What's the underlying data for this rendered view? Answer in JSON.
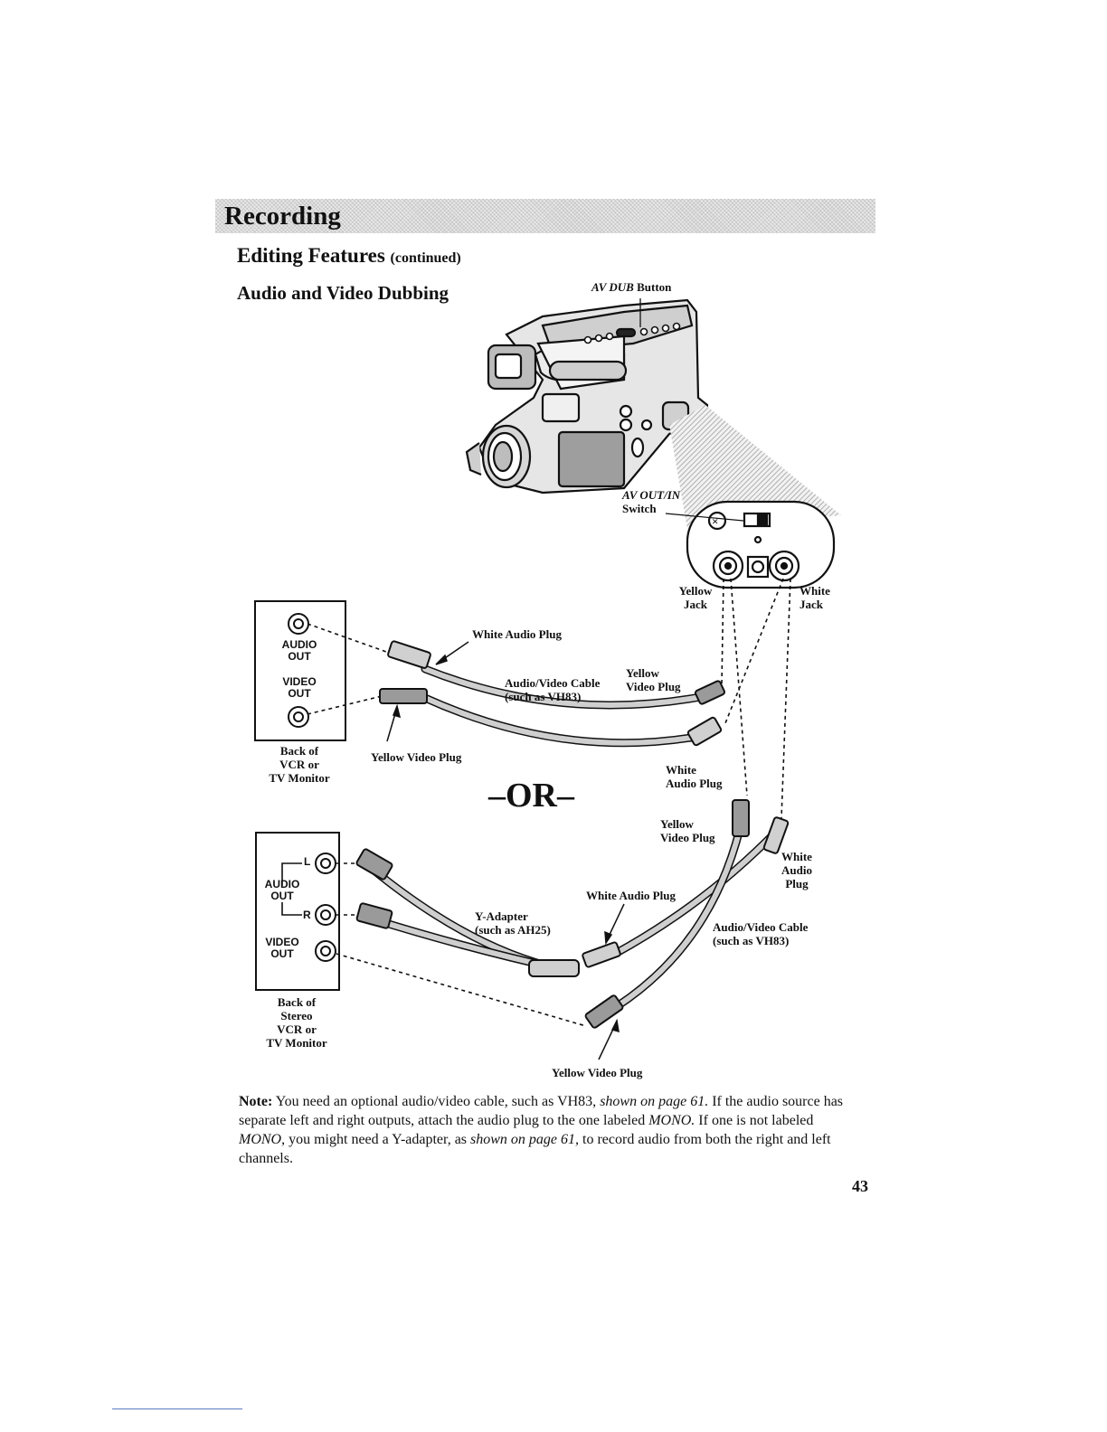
{
  "section": {
    "title": "Recording"
  },
  "heading": {
    "title": "Editing Features",
    "suffix": "(continued)"
  },
  "subheading": "Audio and Video Dubbing",
  "diagram": {
    "av_dub_button": {
      "italic": "AV DUB",
      "rest": " Button"
    },
    "av_out_in_switch": {
      "italic": "AV OUT/IN",
      "rest": "Switch"
    },
    "yellow_jack": "Yellow\nJack",
    "white_jack": "White\nJack",
    "vcr_panel": {
      "audio_out": "AUDIO\nOUT",
      "video_out": "VIDEO\nOUT",
      "caption": "Back of\nVCR or\nTV Monitor"
    },
    "top_white_audio_plug": "White Audio Plug",
    "top_cable": "Audio/Video Cable\n(such as VH83)",
    "top_yellow_video_plug_right": "Yellow\nVideo Plug",
    "top_yellow_video_plug_left": "Yellow Video Plug",
    "top_white_audio_plug_right": "White\nAudio Plug",
    "or": "–OR–",
    "stereo_panel": {
      "l": "L",
      "r": "R",
      "audio_out": "AUDIO\nOUT",
      "video_out": "VIDEO\nOUT",
      "caption": "Back of\nStereo\nVCR or\nTV Monitor"
    },
    "bottom_yellow_video_plug": "Yellow\nVideo Plug",
    "bottom_white_audio_plug_right": "White\nAudio\nPlug",
    "bottom_white_audio_plug": "White Audio Plug",
    "y_adapter": "Y-Adapter\n(such as AH25)",
    "bottom_cable": "Audio/Video Cable\n(such as VH83)",
    "bottom_yellow_video_plug_bottom": "Yellow Video Plug"
  },
  "note": {
    "label": "Note:",
    "p1": " You need an optional audio/video cable, such as VH83, ",
    "i1": "shown on page 61.",
    "p2": " If the audio source has separate left and right outputs, attach the audio plug to the one labeled ",
    "i2": "MONO.",
    "p3": " If one is not labeled ",
    "i3": "MONO",
    "p4": ", you might need a Y-adapter, as ",
    "i4": "shown on page 61,",
    "p5": " to record audio from both the right and left channels."
  },
  "page_number": "43"
}
